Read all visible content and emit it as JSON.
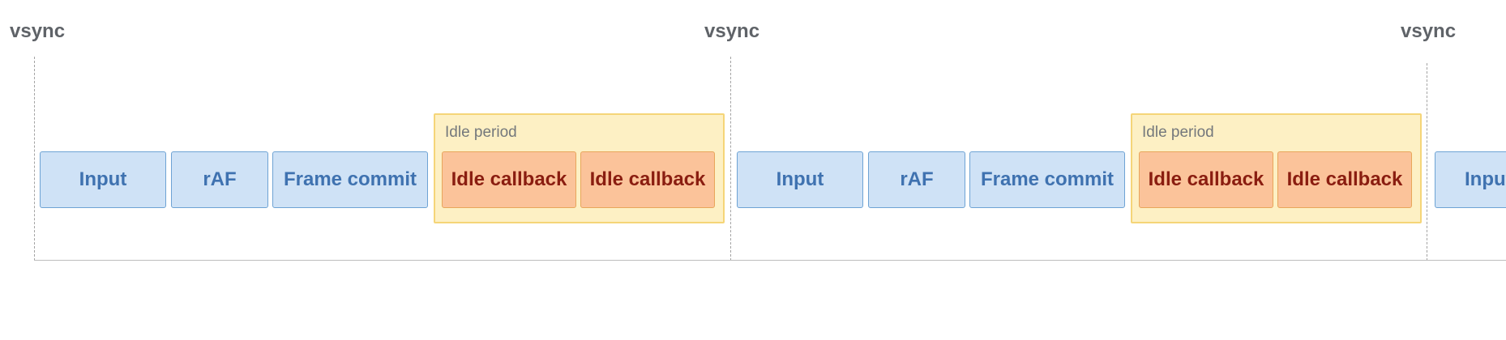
{
  "diagram": {
    "vsync_markers": [
      {
        "label": "vsync"
      },
      {
        "label": "vsync"
      },
      {
        "label": "vsync"
      }
    ],
    "frames": [
      {
        "tasks": [
          {
            "label": "Input"
          },
          {
            "label": "rAF"
          },
          {
            "label": "Frame commit"
          }
        ],
        "idle_period": {
          "label": "Idle period",
          "callbacks": [
            {
              "label": "Idle callback"
            },
            {
              "label": "Idle callback"
            }
          ]
        }
      },
      {
        "tasks": [
          {
            "label": "Input"
          },
          {
            "label": "rAF"
          },
          {
            "label": "Frame commit"
          }
        ],
        "idle_period": {
          "label": "Idle period",
          "callbacks": [
            {
              "label": "Idle callback"
            },
            {
              "label": "Idle callback"
            }
          ]
        }
      },
      {
        "tasks": [
          {
            "label": "Input"
          }
        ]
      }
    ],
    "colors": {
      "task_fill": "#cfe2f6",
      "task_border": "#6ea3d4",
      "task_text": "#3f72b0",
      "idle_callback_fill": "#fbc39a",
      "idle_callback_border": "#e8a65a",
      "idle_callback_text": "#8a1d10",
      "idle_period_fill": "#fdf0c4",
      "idle_period_border": "#f5d578",
      "vsync_text": "#5f6368"
    }
  }
}
